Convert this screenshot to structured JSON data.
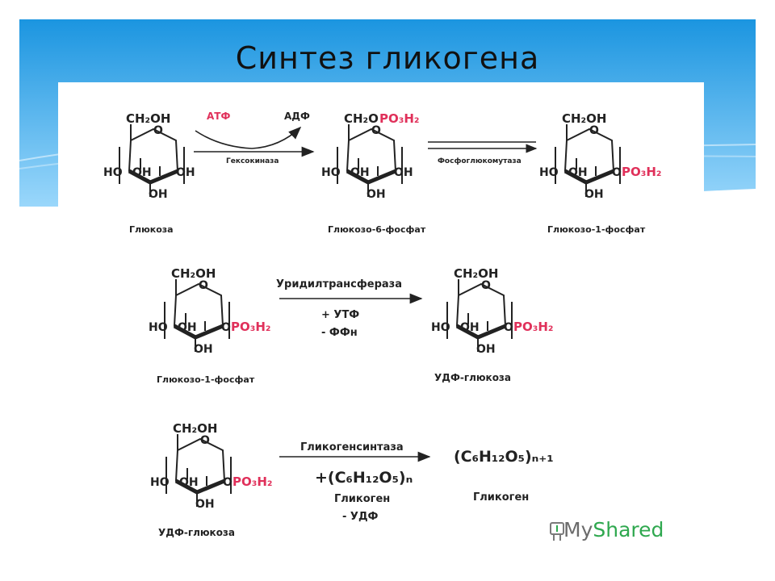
{
  "title": "Синтез гликогена",
  "colors": {
    "banner_top": "#1b95e0",
    "banner_bottom": "#8fd2fa",
    "phosphate": "#e0305a",
    "atp": "#e0305a"
  },
  "row1": {
    "glucose": {
      "ch2oh": "CH₂OH",
      "name": "Глюкоза"
    },
    "g6p": {
      "ch2o": "CH₂O",
      "po3h2": "PO₃H₂",
      "name": "Глюкозо-6-фосфат"
    },
    "g1p": {
      "ch2oh": "CH₂OH",
      "po3h2": "PO₃H₂",
      "name": "Глюкозо-1-фосфат"
    },
    "atp": "АТФ",
    "adp": "АДФ",
    "enzyme1": "Гексокиназа",
    "enzyme2": "Фосфоглюкомутаза"
  },
  "row2": {
    "left_name": "Глюкозо-1-фосфат",
    "right_name": "УДФ-глюкоза",
    "enzyme": "Уридилтрансфераза",
    "plus_utp": "+ УТФ",
    "minus_ppn": "- ФФн"
  },
  "row3": {
    "left_name": "УДФ-глюкоза",
    "enzyme": "Гликогенсинтаза",
    "plus_glycogen_formula": "+(C₆H₁₂O₅)ₙ",
    "glycogen_label1": "Гликоген",
    "minus_udp": "- УДФ",
    "product_formula": "(C₆H₁₂O₅)ₙ₊₁",
    "glycogen_label2": "Гликоген"
  },
  "ring_labels": {
    "oh": "OH",
    "ho": "HO",
    "o": "O",
    "o_link": "O"
  },
  "watermark": {
    "part1": "My",
    "part2": "Shared"
  }
}
